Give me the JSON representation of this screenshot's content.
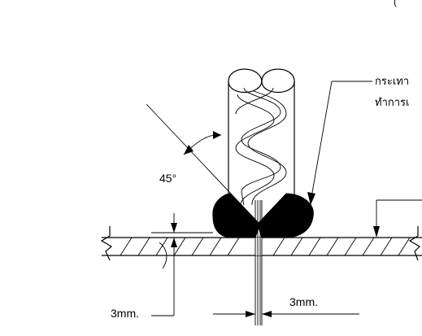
{
  "top_corner_text": "(",
  "note_line1": "กระเทา",
  "note_line2": "ทำการเ",
  "angle_label": "45°",
  "dim_left_label": "3mm.",
  "dim_bottom_label": "3mm."
}
